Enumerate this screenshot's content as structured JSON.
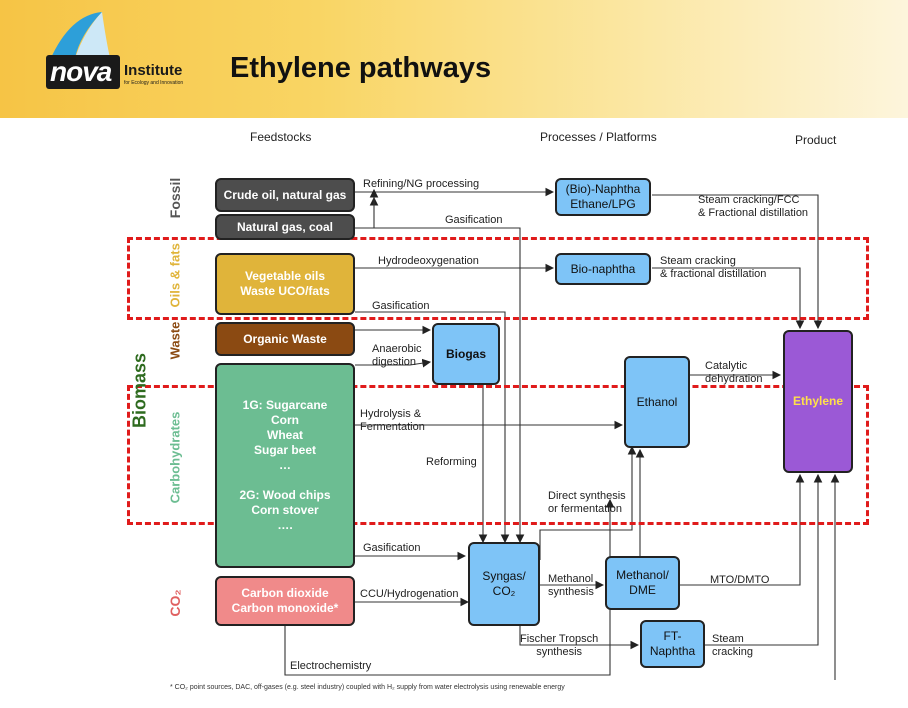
{
  "header": {
    "logo_main": "nova",
    "logo_institute": "Institute",
    "logo_sub": "for Ecology and Innovation",
    "title": "Ethylene pathways"
  },
  "columns": {
    "feedstocks": "Feedstocks",
    "processes": "Processes / Platforms",
    "product": "Product"
  },
  "side_labels": {
    "fossil": "Fossil",
    "oils": "Oils & fats",
    "waste": "Waste",
    "biomass": "Biomass",
    "carbo": "Carbohydrates",
    "co2": "CO₂"
  },
  "feedstocks": {
    "crude": "Crude oil, natural gas",
    "natgas": "Natural gas, coal",
    "vegoil": "Vegetable oils\nWaste UCO/fats",
    "organic": "Organic Waste",
    "carbo": "1G: Sugarcane\nCorn\nWheat\nSugar beet\n…\n\n2G: Wood chips\nCorn stover\n….",
    "co2": "Carbon dioxide\nCarbon monoxide*"
  },
  "processes": {
    "bionaphtha_ethane": "(Bio)-Naphtha\nEthane/LPG",
    "bionaphtha": "Bio-naphtha",
    "biogas": "Biogas",
    "ethanol": "Ethanol",
    "syngas": "Syngas/\nCO₂",
    "methanol": "Methanol/\nDME",
    "ftnaphtha": "FT-\nNaphtha",
    "ethylene": "Ethylene"
  },
  "edge_labels": {
    "refining": "Refining/NG processing",
    "gasif1": "Gasification",
    "hydrodeox": "Hydrodeoxygenation",
    "gasif2": "Gasification",
    "anaerobic": "Anaerobic\ndigestion",
    "hydrolysis": "Hydrolysis &\nFermentation",
    "reforming": "Reforming",
    "direct": "Direct synthesis\nor fermentation",
    "gasif3": "Gasification",
    "ccu": "CCU/Hydrogenation",
    "methsynth": "Methanol\nsynthesis",
    "fischer": "Fischer Tropsch\nsynthesis",
    "electro": "Electrochemistry",
    "steam_fcc": "Steam cracking/FCC\n& Fractional distillation",
    "steam_frac": "Steam cracking\n& fractional distillation",
    "catalytic": "Catalytic\ndehydration",
    "mto": "MTO/DMTO",
    "steam": "Steam\ncracking"
  },
  "footnote": "* CO₂ point sources, DAC, off-gases (e.g. steel industry) coupled with H₂ supply from water electrolysis using renewable energy",
  "colors": {
    "fossil": "#4d4d4d",
    "oils": "#e0b43a",
    "waste": "#8b4a12",
    "carbo": "#6cbd92",
    "co2": "#f08a8a",
    "process": "#7ec4f7",
    "ethylene": "#9b59d6",
    "dashed": "#e01b1b"
  }
}
